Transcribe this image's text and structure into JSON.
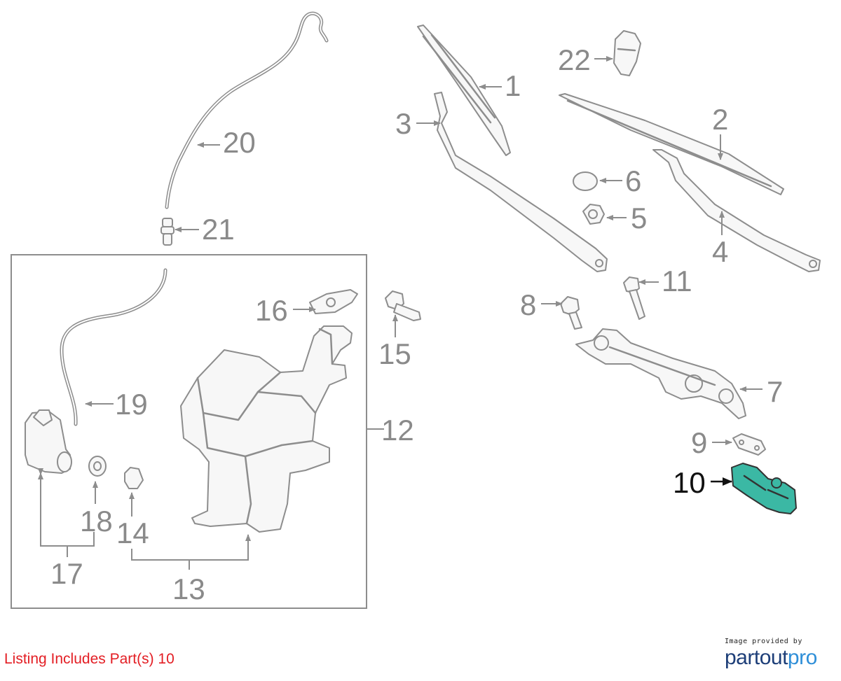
{
  "callouts": {
    "n1": "1",
    "n2": "2",
    "n3": "3",
    "n4": "4",
    "n5": "5",
    "n6": "6",
    "n7": "7",
    "n8": "8",
    "n9": "9",
    "n10": "10",
    "n11": "11",
    "n12": "12",
    "n13": "13",
    "n14": "14",
    "n15": "15",
    "n16": "16",
    "n17": "17",
    "n18": "18",
    "n19": "19",
    "n20": "20",
    "n21": "21",
    "n22": "22"
  },
  "highlighted_part": "10",
  "colors": {
    "highlight": "#3bb8a4",
    "listing_text": "#e31e24",
    "brand_dark": "#1d3e78",
    "brand_light": "#2f8fd8"
  },
  "listing": "Listing Includes Part(s) 10",
  "credit": {
    "small": "Image provided by",
    "brand_a": "partout",
    "brand_b": "pro"
  }
}
